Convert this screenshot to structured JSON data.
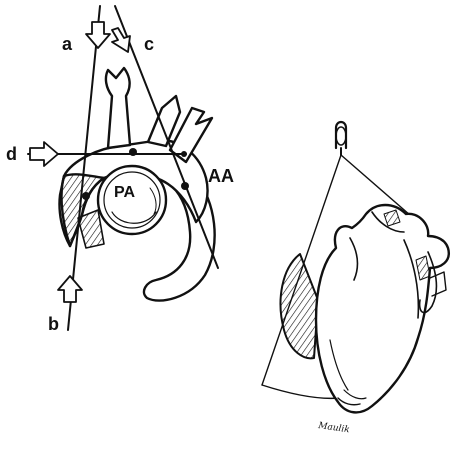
{
  "labels": {
    "a": "a",
    "b": "b",
    "c": "c",
    "d": "d",
    "aa": "AA",
    "pa": "PA"
  },
  "signature": "Maulik",
  "colors": {
    "ink": "#111111",
    "paper": "#ffffff"
  }
}
